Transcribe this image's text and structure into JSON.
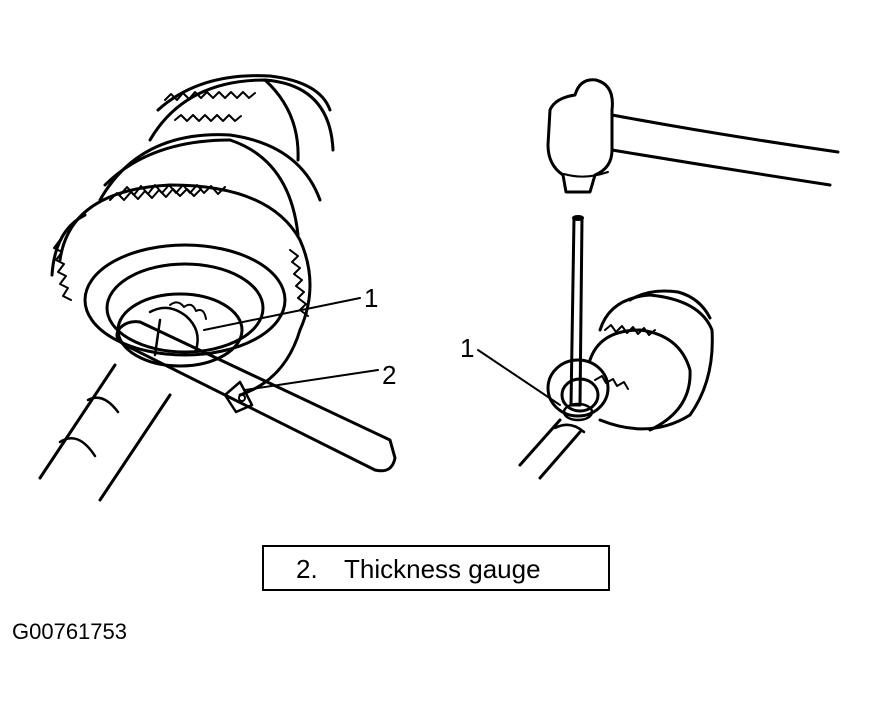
{
  "callouts": {
    "left_1": "1",
    "left_2": "2",
    "right_1": "1"
  },
  "legend": {
    "number": "2.",
    "text": "Thickness gauge"
  },
  "figure_id": "G00761753"
}
